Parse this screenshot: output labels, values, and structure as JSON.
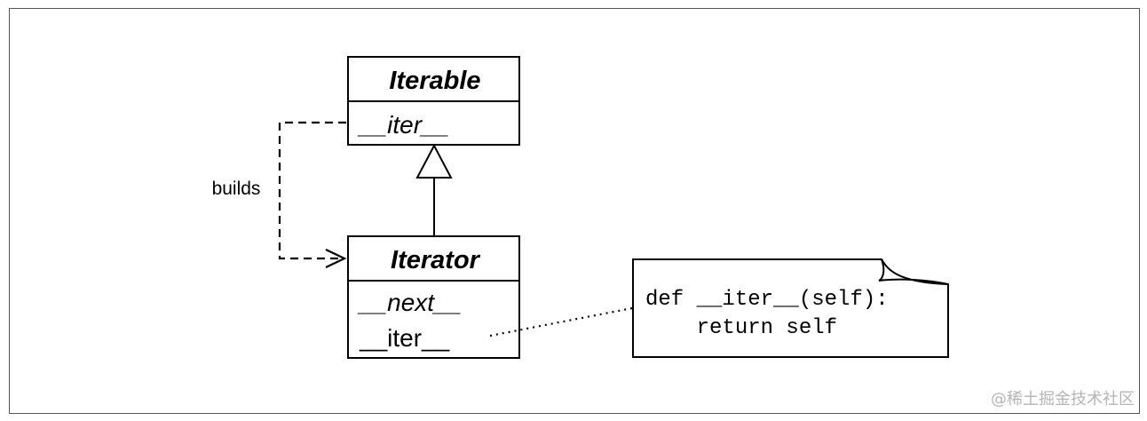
{
  "iterable": {
    "name": "Iterable",
    "methods": [
      "__iter__"
    ]
  },
  "iterator": {
    "name": "Iterator",
    "methods": [
      "__next__",
      "__iter__"
    ]
  },
  "relationship": {
    "label": "builds"
  },
  "note": {
    "line1": "def __iter__(self):",
    "line2": "    return self"
  },
  "watermark": "@稀土掘金技术社区",
  "colors": {
    "stroke": "#000000",
    "frame": "#555555",
    "watermark": "#b5b5b5"
  }
}
